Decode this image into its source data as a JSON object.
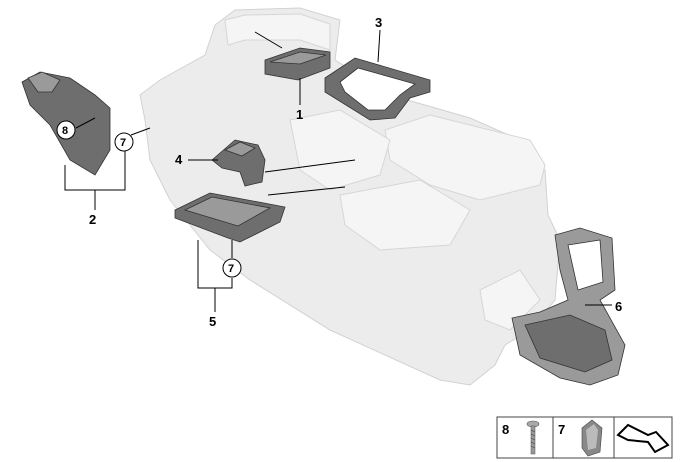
{
  "diagram": {
    "callouts": [
      {
        "id": "1",
        "label": "1"
      },
      {
        "id": "2",
        "label": "2"
      },
      {
        "id": "3",
        "label": "3"
      },
      {
        "id": "4",
        "label": "4"
      },
      {
        "id": "5",
        "label": "5"
      },
      {
        "id": "6",
        "label": "6"
      }
    ],
    "circled_refs": [
      {
        "label": "8"
      },
      {
        "label": "7"
      },
      {
        "label": "7"
      }
    ],
    "legend": [
      {
        "label": "8",
        "icon": "screw-icon"
      },
      {
        "label": "7",
        "icon": "clip-nut-icon"
      },
      {
        "label": "",
        "icon": "arrow-return-icon"
      }
    ]
  }
}
